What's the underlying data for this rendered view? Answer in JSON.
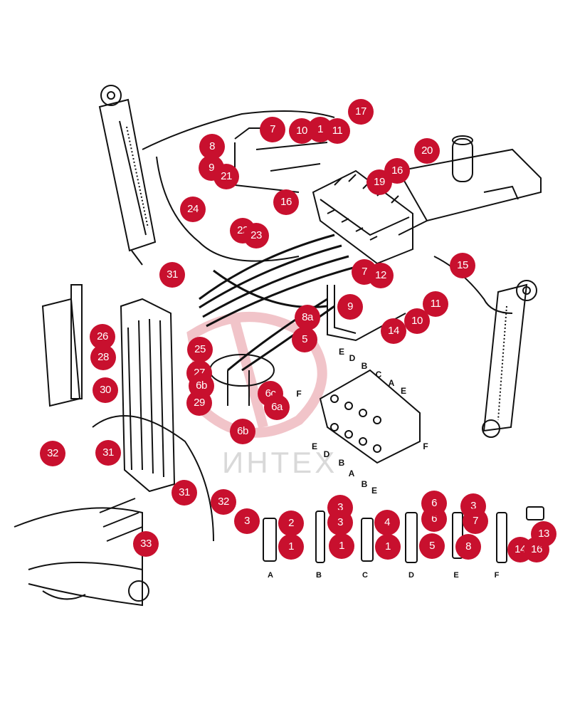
{
  "watermark": {
    "text": "ИНТЕХ"
  },
  "colors": {
    "callout": "#c8102e",
    "line": "#111111",
    "watermark": "#e6a0a8"
  },
  "callouts": [
    "17",
    "7",
    "10",
    "1",
    "11",
    "8",
    "20",
    "9",
    "21",
    "16",
    "19",
    "16",
    "24",
    "22",
    "23",
    "15",
    "31",
    "7",
    "12",
    "9",
    "11",
    "8a",
    "10",
    "14",
    "5",
    "26",
    "25",
    "28",
    "27",
    "30",
    "6b",
    "29",
    "6c",
    "6a",
    "6b",
    "32",
    "31",
    "31",
    "32",
    "33",
    "3",
    "2",
    "1",
    "3",
    "3",
    "1",
    "4",
    "1",
    "6",
    "5",
    "6",
    "3",
    "7",
    "8",
    "14",
    "16",
    "13"
  ],
  "valve_letters": [
    "E",
    "D",
    "B",
    "C",
    "A",
    "E",
    "F",
    "E",
    "D",
    "B",
    "A",
    "B",
    "E",
    "F"
  ],
  "columns": [
    "A",
    "B",
    "C",
    "D",
    "E",
    "F"
  ]
}
